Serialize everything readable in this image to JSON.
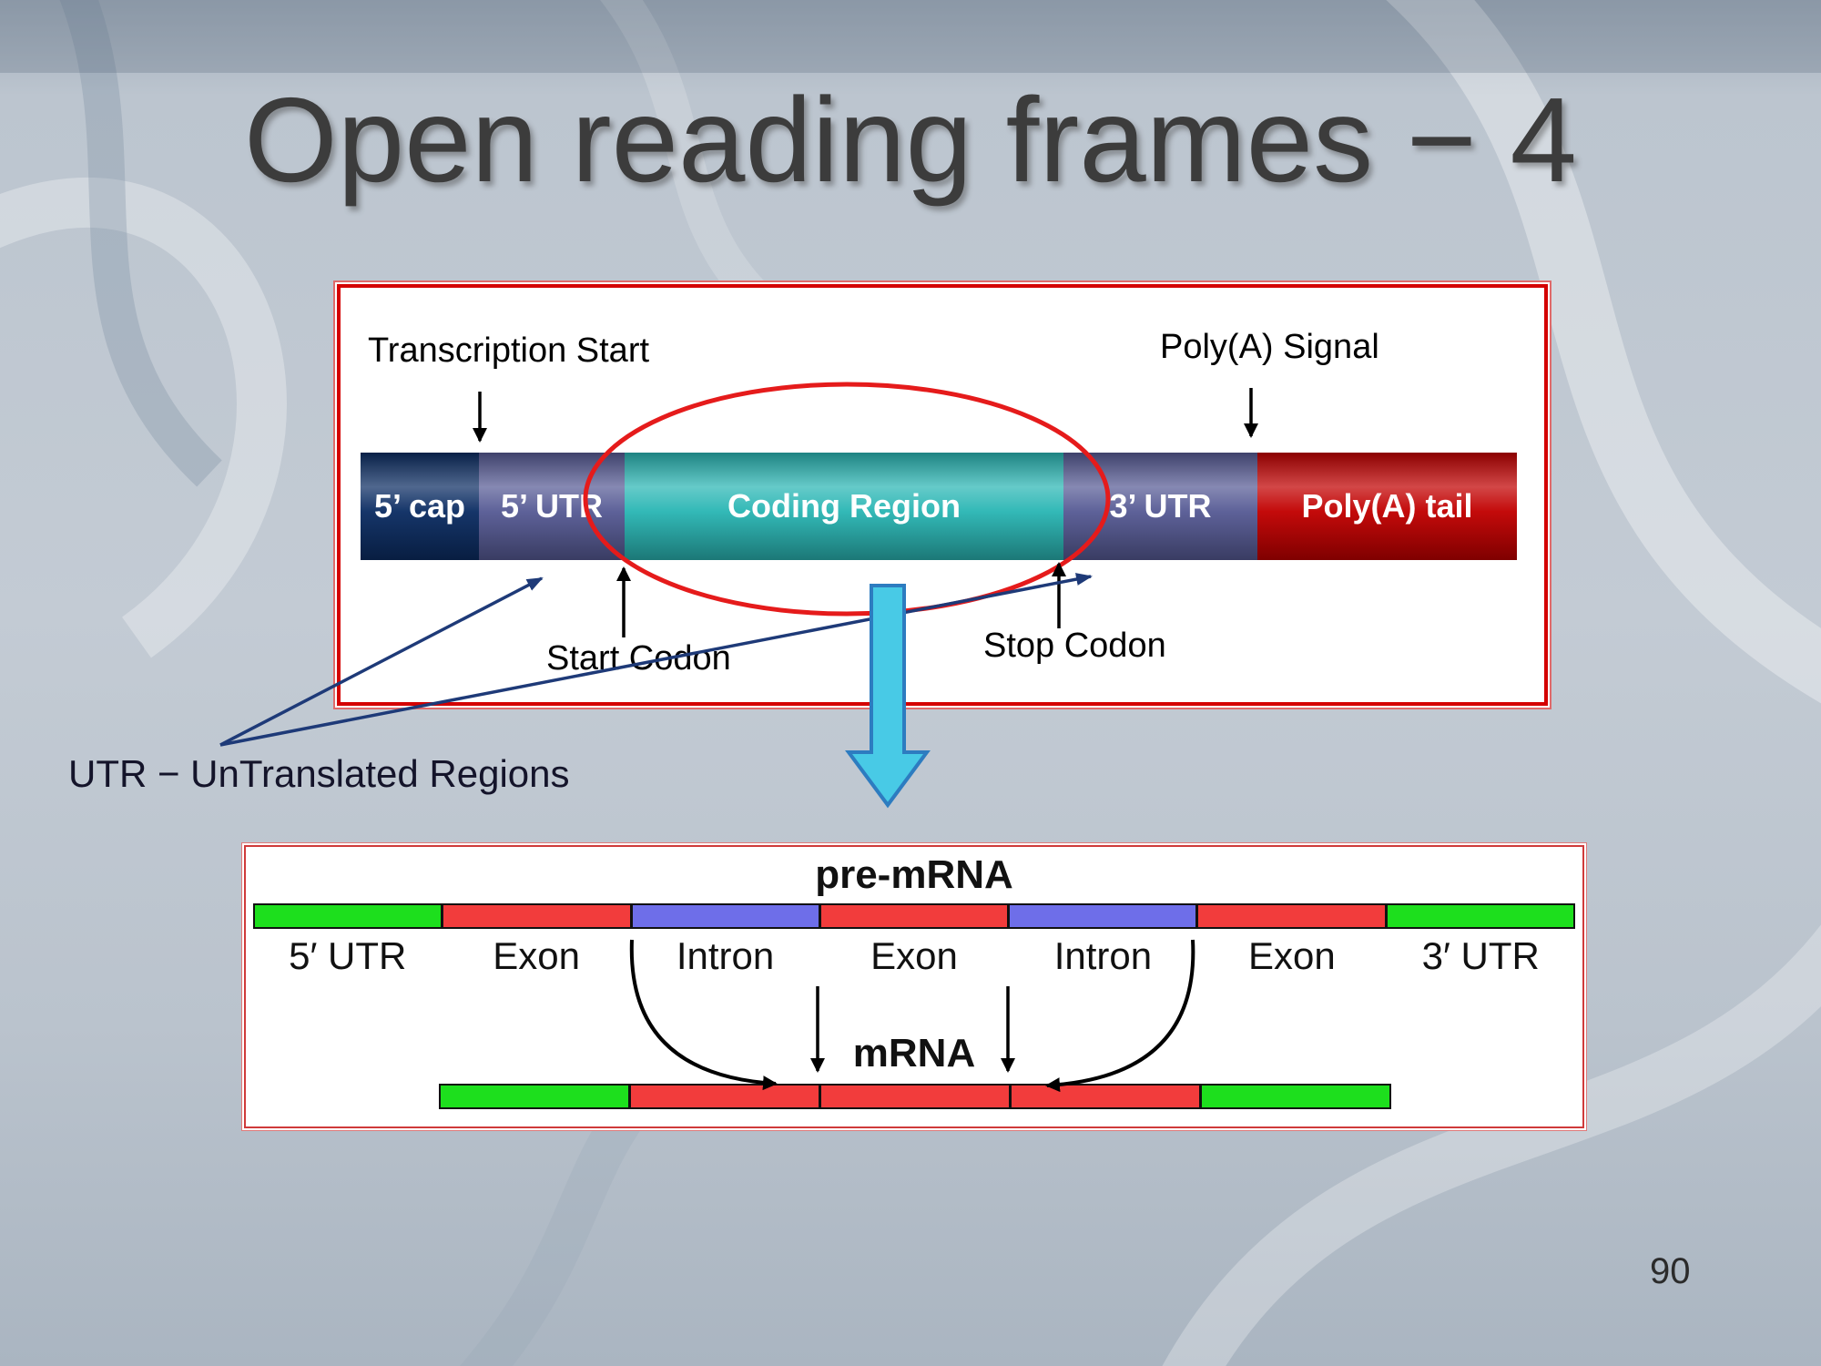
{
  "slide": {
    "title": "Open reading frames − 4",
    "page_number": "90"
  },
  "gene_diagram": {
    "transcription_start_label": "Transcription Start",
    "polya_signal_label": "Poly(A) Signal",
    "start_codon_label": "Start Codon",
    "stop_codon_label": "Stop Codon",
    "utr_note": "UTR − UnTranslated Regions",
    "highlight_ellipse_color": "#e51b1b",
    "pointer_arrow_color": "#1e3a78",
    "down_arrow_fill": "#48cae6",
    "down_arrow_stroke": "#2d7cc0",
    "segments": [
      {
        "label": "5’ cap",
        "color": "#0c2d63"
      },
      {
        "label": "5’ UTR",
        "color": "#575b95"
      },
      {
        "label": "Coding Region",
        "color": "#2ab6b4"
      },
      {
        "label": "3’ UTR",
        "color": "#575b95"
      },
      {
        "label": "Poly(A) tail",
        "color": "#c10000"
      }
    ]
  },
  "splicing_diagram": {
    "pre_mrna_title": "pre-mRNA",
    "mrna_title": "mRNA",
    "pre_mrna_segments": [
      {
        "label": "5′ UTR",
        "color": "#1ddf1d"
      },
      {
        "label": "Exon",
        "color": "#f23c3c"
      },
      {
        "label": "Intron",
        "color": "#6e6ee9"
      },
      {
        "label": "Exon",
        "color": "#f23c3c"
      },
      {
        "label": "Intron",
        "color": "#6e6ee9"
      },
      {
        "label": "Exon",
        "color": "#f23c3c"
      },
      {
        "label": "3′ UTR",
        "color": "#1ddf1d"
      }
    ],
    "mrna_segments": [
      {
        "color": "#1ddf1d"
      },
      {
        "color": "#f23c3c"
      },
      {
        "color": "#f23c3c"
      },
      {
        "color": "#f23c3c"
      },
      {
        "color": "#1ddf1d"
      }
    ]
  }
}
